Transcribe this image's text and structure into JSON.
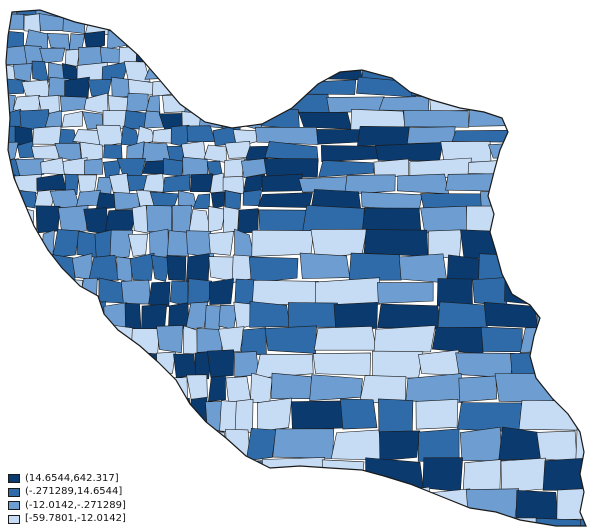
{
  "colors": {
    "class_4": "#0b3a6e",
    "class_3": "#2f6ba8",
    "class_2": "#6e9ed1",
    "class_1": "#c6dcf4",
    "border": "#1a1a1a"
  },
  "legend": {
    "items": [
      {
        "label": "(14.6544,642.317]",
        "class": "class_4"
      },
      {
        "label": "(-.271289,14.6544]",
        "class": "class_3"
      },
      {
        "label": "(-12.0142,-.271289]",
        "class": "class_2"
      },
      {
        "label": "[-59.7801,-12.0142]",
        "class": "class_1"
      }
    ]
  }
}
